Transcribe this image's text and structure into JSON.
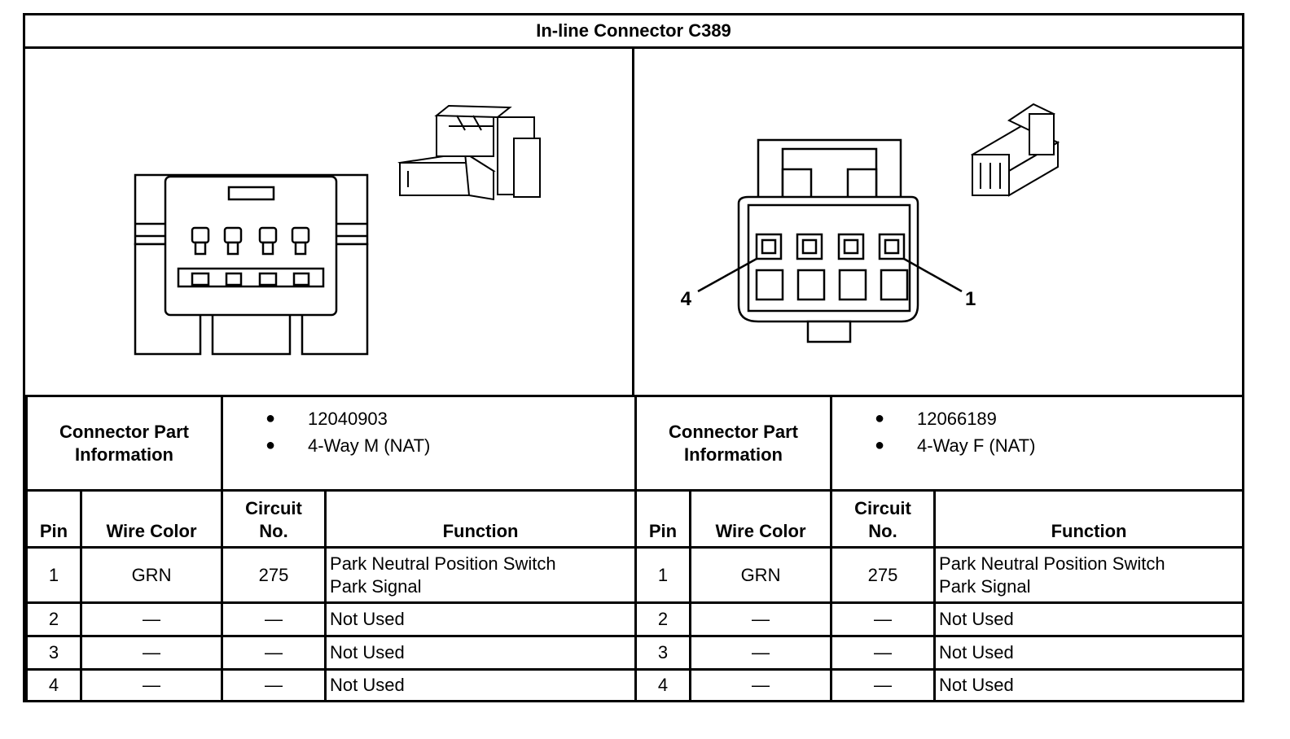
{
  "title": "In-line Connector C389",
  "headers": {
    "pin": "Pin",
    "wire_color": "Wire Color",
    "circuit_line1": "Circuit",
    "circuit_line2": "No.",
    "function": "Function"
  },
  "left": {
    "info_label_line1": "Connector Part",
    "info_label_line2": "Information",
    "part_number": "12040903",
    "part_desc": "4-Way M (NAT)",
    "rows": [
      {
        "pin": "1",
        "wire": "GRN",
        "circuit": "275",
        "function_line1": "Park Neutral Position Switch",
        "function_line2": "Park Signal"
      },
      {
        "pin": "2",
        "wire": "—",
        "circuit": "—",
        "function_line1": "Not Used",
        "function_line2": ""
      },
      {
        "pin": "3",
        "wire": "—",
        "circuit": "—",
        "function_line1": "Not Used",
        "function_line2": ""
      },
      {
        "pin": "4",
        "wire": "—",
        "circuit": "—",
        "function_line1": "Not Used",
        "function_line2": ""
      }
    ]
  },
  "right": {
    "info_label_line1": "Connector Part",
    "info_label_line2": "Information",
    "part_number": "12066189",
    "part_desc": "4-Way F (NAT)",
    "pin_label_left": "4",
    "pin_label_right": "1",
    "rows": [
      {
        "pin": "1",
        "wire": "GRN",
        "circuit": "275",
        "function_line1": "Park Neutral Position Switch",
        "function_line2": "Park Signal"
      },
      {
        "pin": "2",
        "wire": "—",
        "circuit": "—",
        "function_line1": "Not Used",
        "function_line2": ""
      },
      {
        "pin": "3",
        "wire": "—",
        "circuit": "—",
        "function_line1": "Not Used",
        "function_line2": ""
      },
      {
        "pin": "4",
        "wire": "—",
        "circuit": "—",
        "function_line1": "Not Used",
        "function_line2": ""
      }
    ]
  },
  "colors": {
    "line": "#000000",
    "background": "#ffffff"
  }
}
